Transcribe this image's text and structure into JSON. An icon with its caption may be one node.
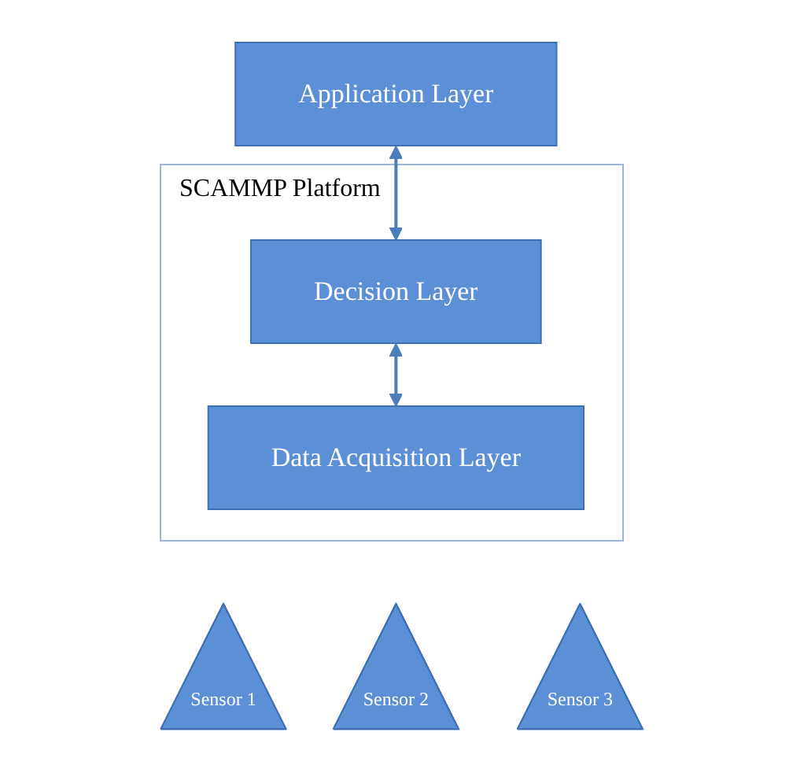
{
  "diagram": {
    "nodes": [
      {
        "text": [
          "Application Layer"
        ]
      },
      {
        "text": [
          "SCAMMP Platform"
        ]
      },
      {
        "text": [
          "Decision Layer"
        ],
        "in": 1
      },
      {
        "text": [
          "Data Acquisition Layer"
        ],
        "in": 1
      },
      {
        "text": [
          "Sensor 1"
        ]
      },
      {
        "text": [
          "Sensor 2"
        ]
      },
      {
        "text": [
          "Sensor 3"
        ]
      }
    ],
    "edges": [
      {
        "from": 0,
        "to": 2,
        "arrow": "both"
      },
      {
        "from": 2,
        "to": 3,
        "arrow": "both"
      }
    ]
  }
}
